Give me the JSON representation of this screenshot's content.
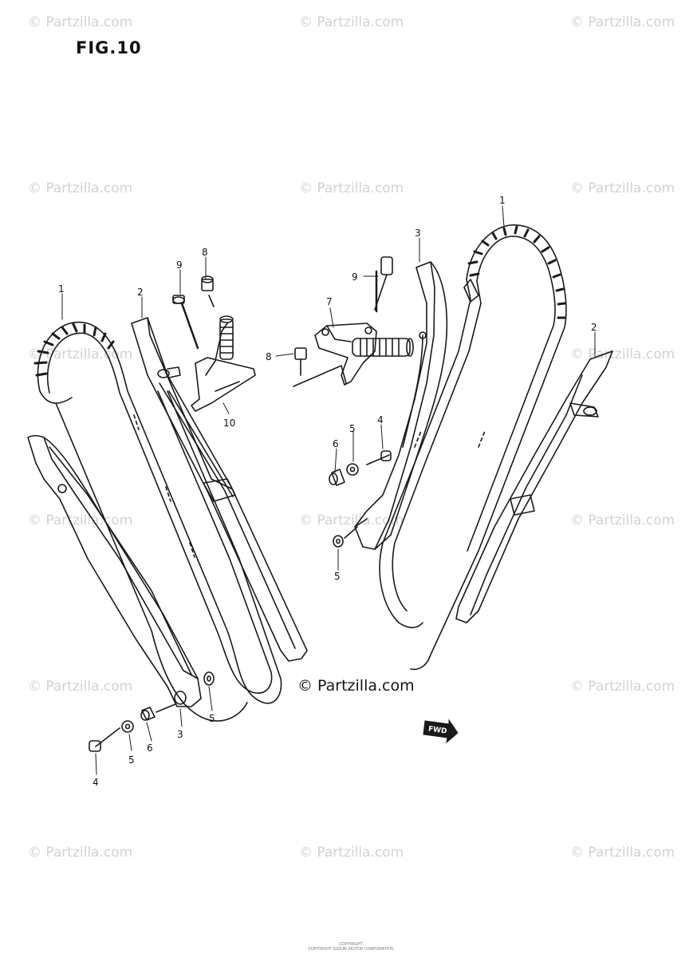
{
  "figure": {
    "title": "FIG.10"
  },
  "watermark": {
    "text": "© Partzilla.com"
  },
  "copyright": {
    "text": "© Partzilla.com"
  },
  "fwd_badge": {
    "text": "FWD"
  },
  "callouts": {
    "left_chain": "1",
    "left_guide": "2",
    "left_tensioner_arm": "3",
    "left_bolt": "4",
    "left_washer_lower": "5",
    "left_spacer": "6",
    "left_washer_upper": "5",
    "left_tensioner_adjuster": "10",
    "left_bolt_9": "9",
    "left_bolt_8": "8",
    "right_chain": "1",
    "right_guide": "2",
    "right_tensioner_arm": "3",
    "right_bolt": "4",
    "right_washer_upper": "5",
    "right_spacer": "6",
    "right_washer_lower": "5",
    "right_adjuster": "7",
    "right_bolt_9": "9",
    "right_bolt_8": "8"
  },
  "footer": {
    "line1": "COPYRIGHT",
    "line2": "COPYRIGHT SUZUKI MOTOR CORPORATION"
  },
  "colors": {
    "line": "#1a1a1a",
    "watermark": "#d2d2d2",
    "background": "#ffffff"
  }
}
